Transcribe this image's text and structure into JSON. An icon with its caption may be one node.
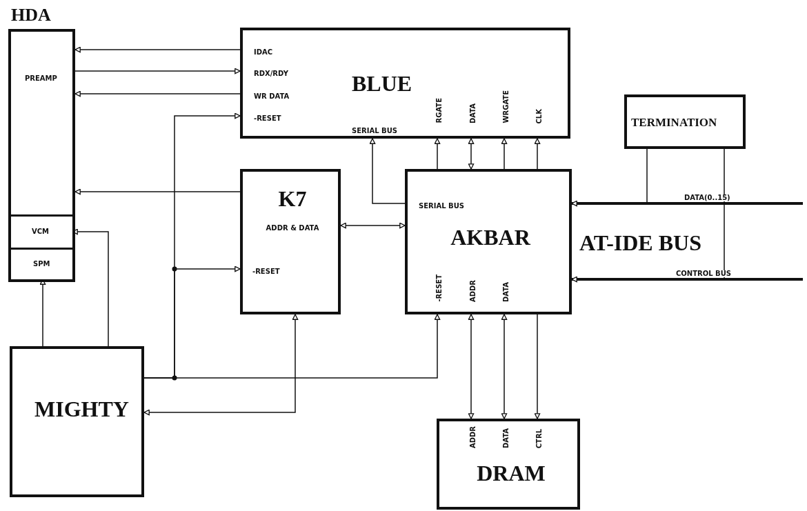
{
  "diagram": {
    "nodes": [
      {
        "text": [
          "HDA",
          "PREAMP"
        ]
      },
      {
        "text": [
          "VCM"
        ],
        "in": 0
      },
      {
        "text": [
          "SPM"
        ],
        "in": 0
      },
      {
        "text": [
          "BLUE",
          "IDAC",
          "RDX/RDY",
          "WR DATA",
          "-RESET",
          "SERIAL BUS",
          "RGATE",
          "DATA",
          "WRGATE",
          "CLK"
        ]
      },
      {
        "text": [
          "K7",
          "ADDR & DATA",
          "-RESET"
        ]
      },
      {
        "text": [
          "SERIAL BUS",
          "AKBAR",
          "-RESET",
          "ADDR",
          "DATA"
        ]
      },
      {
        "text": [
          "TERMINATION"
        ]
      },
      {
        "text": [
          "ADDR",
          "DATA",
          "CTRL",
          "DRAM"
        ]
      },
      {
        "text": [
          "MIGHTY"
        ]
      }
    ],
    "edges": [
      {
        "from": 3,
        "to": 0,
        "arrow": "to"
      },
      {
        "from": 0,
        "to": 3,
        "arrow": "to"
      },
      {
        "from": 3,
        "to": 0,
        "arrow": "to"
      },
      {
        "from": 4,
        "to": 0,
        "arrow": "to"
      },
      {
        "from": 8,
        "to": 3,
        "arrow": "to"
      },
      {
        "from": 8,
        "to": 4,
        "arrow": "to"
      },
      {
        "from": 8,
        "to": 5,
        "arrow": "to"
      },
      {
        "from": 8,
        "to": 1,
        "arrow": "to"
      },
      {
        "from": 8,
        "to": 2,
        "arrow": "to"
      },
      {
        "from": 4,
        "to": 8,
        "arrow": "both"
      },
      {
        "from": 4,
        "to": 5,
        "arrow": "both"
      },
      {
        "from": 5,
        "to": 3,
        "arrow": "to"
      },
      {
        "from": 5,
        "to": 3,
        "arrow": "to"
      },
      {
        "from": 5,
        "to": 3,
        "arrow": "both"
      },
      {
        "from": 5,
        "to": 3,
        "arrow": "to"
      },
      {
        "from": 5,
        "to": 3,
        "arrow": "to"
      },
      {
        "from": 5,
        "to": 7,
        "arrow": "both"
      },
      {
        "from": 5,
        "to": 7,
        "arrow": "both"
      },
      {
        "from": 5,
        "to": 7,
        "arrow": "to"
      },
      {
        "from": null,
        "to": 5,
        "arrow": "to",
        "label": "DATA(0..15)",
        "style": "thick"
      },
      {
        "from": null,
        "to": 5,
        "arrow": "to",
        "label": "CONTROL BUS",
        "style": "thick"
      },
      {
        "from": 6,
        "to": null,
        "arrow": "none"
      },
      {
        "from": 6,
        "to": null,
        "arrow": "none"
      }
    ],
    "labels": [
      "AT-IDE BUS"
    ]
  }
}
